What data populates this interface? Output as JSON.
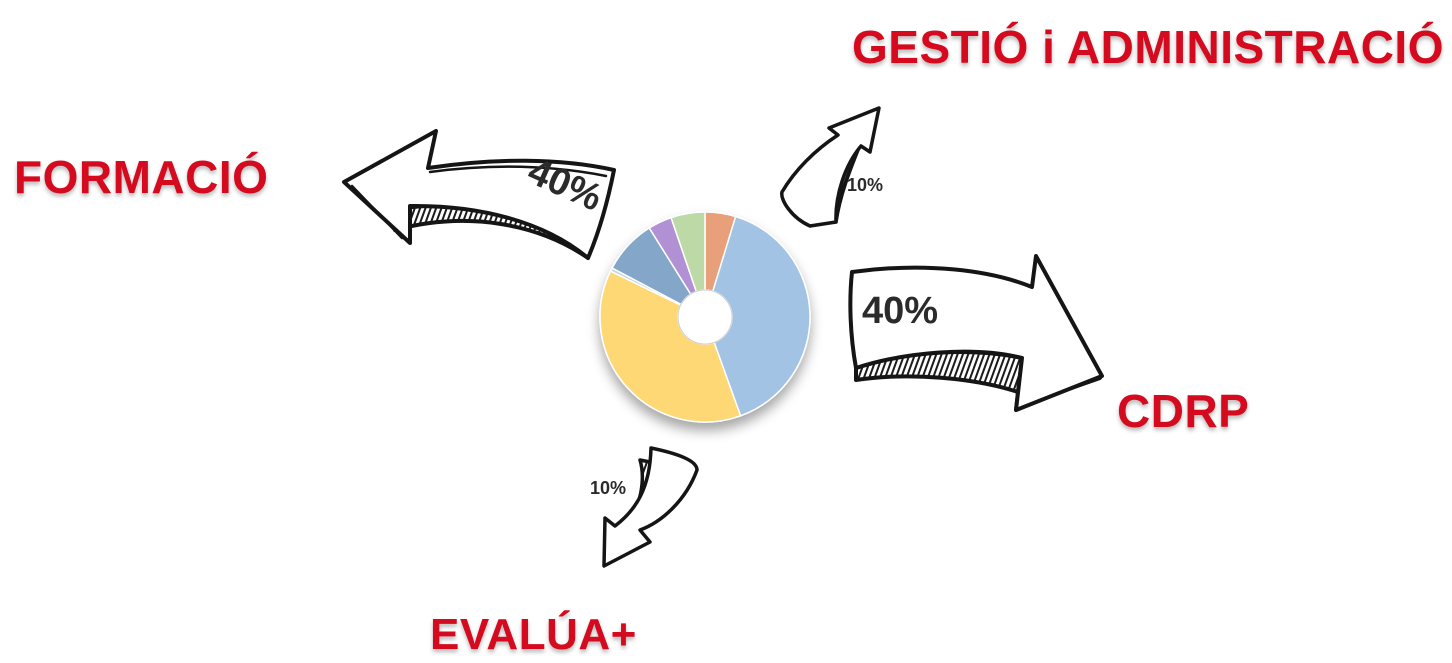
{
  "labels": {
    "gestio": "GESTIÓ i ADMINISTRACIÓ",
    "formacio": "FORMACIÓ",
    "cdrp": "CDRP",
    "evalua": "EVALÚA+"
  },
  "arrows": {
    "formacio_pct": "40%",
    "gestio_pct": "10%",
    "cdrp_pct": "40%",
    "evalua_pct": "10%"
  },
  "colors": {
    "label": "#d50a1e",
    "arrow_stroke": "#151515",
    "pct_text": "#2b2b2b"
  },
  "donut": {
    "slices": [
      {
        "value": 4.5,
        "color": "#e7a07a"
      },
      {
        "value": 38.0,
        "color": "#a2c3e4"
      },
      {
        "value": 36.0,
        "color": "#fdd874"
      },
      {
        "value": 0.5,
        "color": "#c6d3e0"
      },
      {
        "value": 8.0,
        "color": "#83a6c9"
      },
      {
        "value": 3.5,
        "color": "#b191d3"
      },
      {
        "value": 5.0,
        "color": "#bcd9a6"
      }
    ]
  }
}
